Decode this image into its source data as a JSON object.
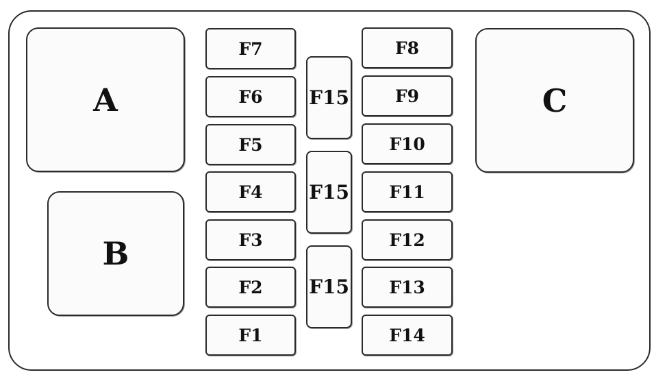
{
  "relays": {
    "a": "A",
    "b": "B",
    "c": "C"
  },
  "fuses_left": [
    "F7",
    "F6",
    "F5",
    "F4",
    "F3",
    "F2",
    "F1"
  ],
  "fuses_center": [
    "F15",
    "F15",
    "F15"
  ],
  "fuses_right": [
    "F8",
    "F9",
    "F10",
    "F11",
    "F12",
    "F13",
    "F14"
  ]
}
